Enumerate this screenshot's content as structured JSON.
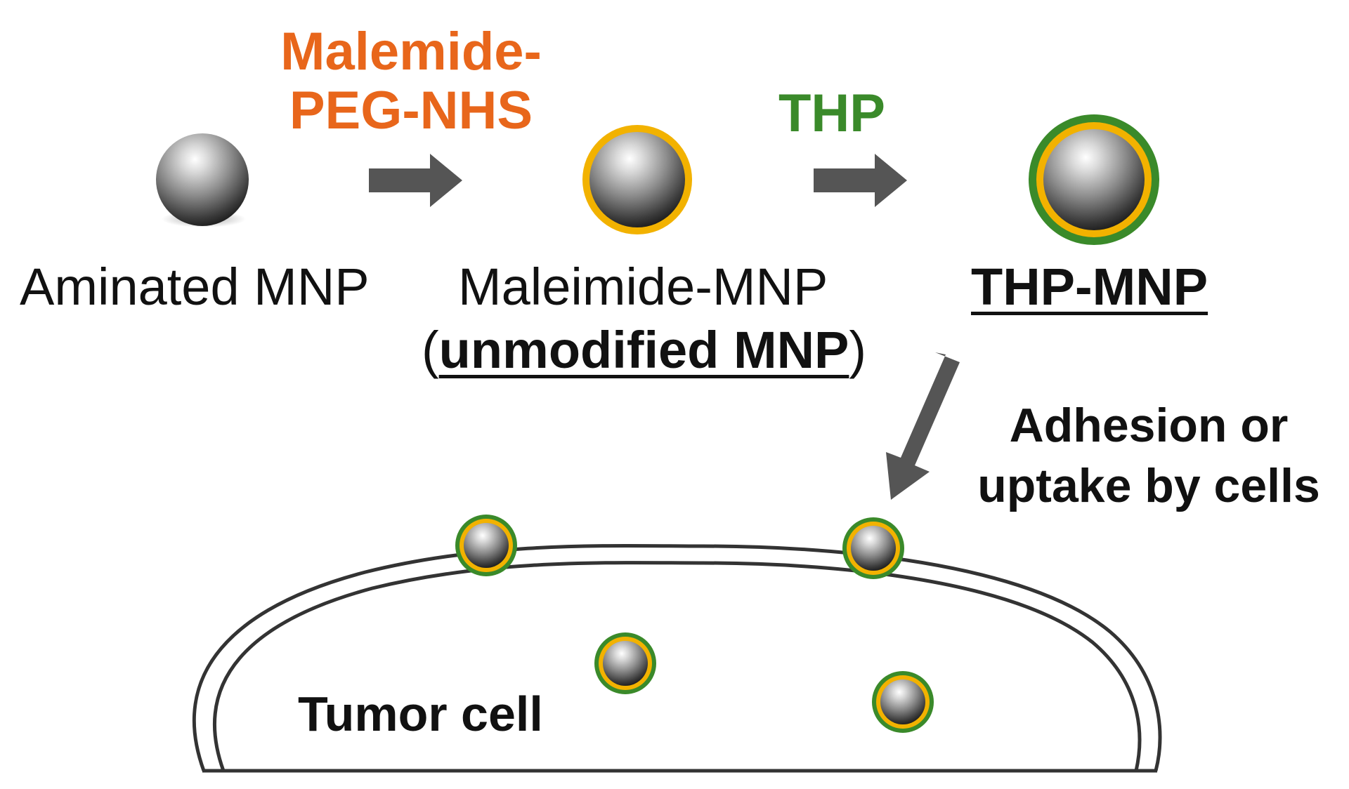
{
  "reagents": {
    "first_line1": "Malemide-",
    "first_line2": "PEG-NHS",
    "second": "THP"
  },
  "particles": {
    "aminated": "Aminated MNP",
    "maleimide": "Maleimide-MNP",
    "maleimide_open": "(",
    "maleimide_note": "unmodified MNP",
    "maleimide_close": ")",
    "thp": "THP-MNP"
  },
  "step": {
    "line1": "Adhesion or",
    "line2": "uptake by cells"
  },
  "cell": {
    "label": "Tumor cell"
  },
  "colors": {
    "maleimide_text": "#e8661b",
    "thp_text": "#3a8a2a",
    "peg_ring": "#f2b200",
    "thp_ring": "#3a8a2a",
    "arrow": "#555555",
    "cell_outline": "#333333"
  }
}
